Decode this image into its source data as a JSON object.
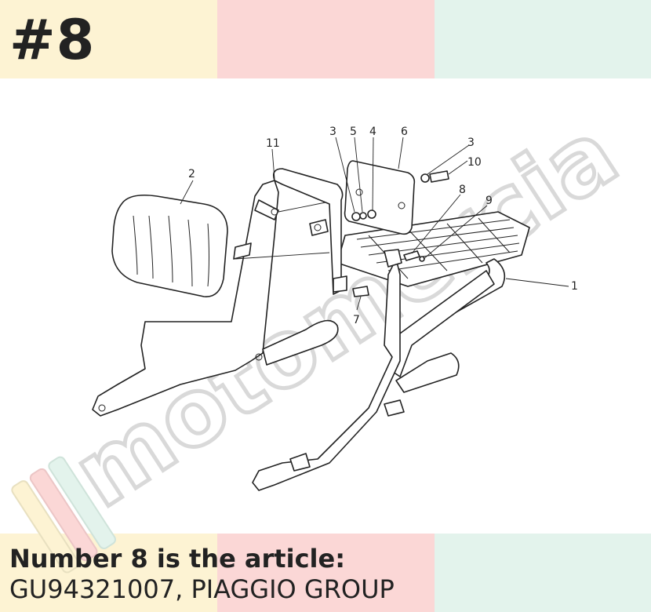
{
  "header": {
    "title": "#8"
  },
  "caption": {
    "line1": "Number 8 is the article:",
    "line2": "GU94321007, PIAGGIO GROUP"
  },
  "watermark": {
    "text": "motomercia"
  },
  "colors": {
    "band_yellow": "#fdf3d3",
    "band_pink": "#fbd7d6",
    "band_green": "#e3f3ec",
    "ink": "#222222",
    "watermark": "#d9d9d9"
  },
  "callouts": [
    "1",
    "2",
    "3",
    "3",
    "4",
    "5",
    "6",
    "7",
    "8",
    "9",
    "10",
    "11"
  ]
}
